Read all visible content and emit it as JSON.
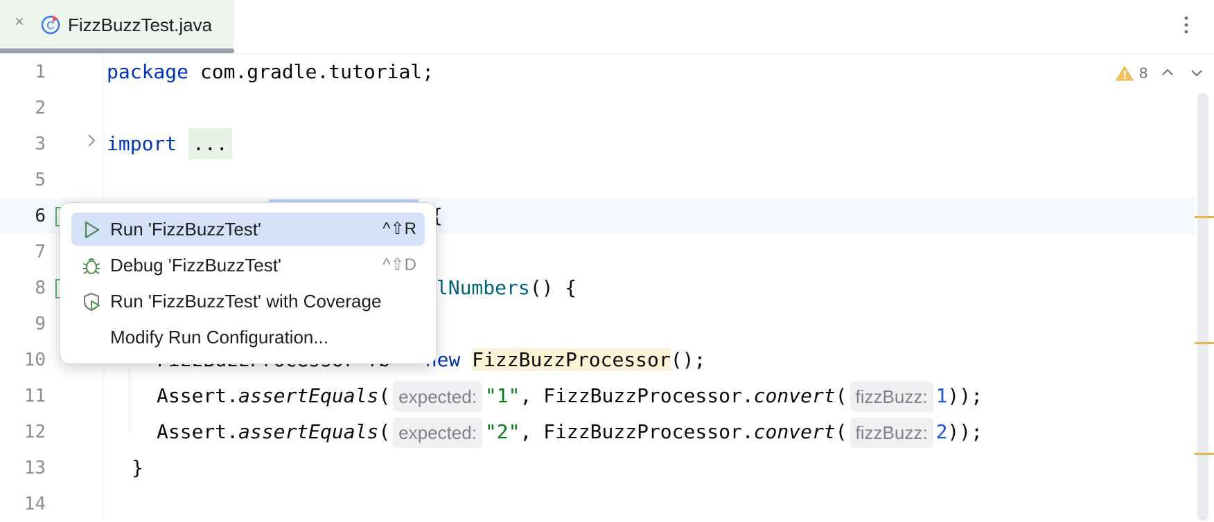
{
  "tab": {
    "title": "FizzBuzzTest.java"
  },
  "gutter": {
    "line_numbers": [
      "1",
      "2",
      "3",
      "5",
      "6",
      "7",
      "8",
      "9",
      "10",
      "11",
      "12",
      "13",
      "14"
    ]
  },
  "code": {
    "l1_kw": "package",
    "l1_rest": " com.gradle.tutorial;",
    "l3_kw": "import",
    "l3_fold": "...",
    "l6_brace": "{",
    "l8_method": "alNumbers",
    "l8_rest": "() {",
    "l10_partial": "FizzBuzzProcessor fb = ",
    "l10_kw": "new",
    "l10_class": "FizzBuzzProcessor",
    "l10_rest": "();",
    "l11_a": "Assert.",
    "l11_method": "assertEquals",
    "l11_paren": "(",
    "l11_hint1": "expected:",
    "l11_str": "\"1\"",
    "l11_b": ", FizzBuzzProcessor.",
    "l11_method2": "convert",
    "l11_paren2": "(",
    "l11_hint2": "fizzBuzz:",
    "l11_num": "1",
    "l11_end": "));",
    "l12_a": "Assert.",
    "l12_method": "assertEquals",
    "l12_paren": "(",
    "l12_hint1": "expected:",
    "l12_str": "\"2\"",
    "l12_b": ", FizzBuzzProcessor.",
    "l12_method2": "convert",
    "l12_paren2": "(",
    "l12_hint2": "fizzBuzz:",
    "l12_num": "2",
    "l12_end": "));",
    "l13": "}"
  },
  "inspections": {
    "warning_count": "8"
  },
  "popup": {
    "items": [
      {
        "label": "Run 'FizzBuzzTest'",
        "shortcut": "^⇧R",
        "icon": "run-icon"
      },
      {
        "label": "Debug 'FizzBuzzTest'",
        "shortcut": "^⇧D",
        "icon": "debug-icon"
      },
      {
        "label": "Run 'FizzBuzzTest' with Coverage",
        "shortcut": "",
        "icon": "coverage-icon"
      },
      {
        "label": "Modify Run Configuration...",
        "shortcut": ""
      }
    ]
  },
  "colors": {
    "keyword": "#0033b3",
    "string": "#067d17",
    "number": "#1750eb",
    "selection": "#d5e1f9",
    "warning": "#e6b64e"
  }
}
